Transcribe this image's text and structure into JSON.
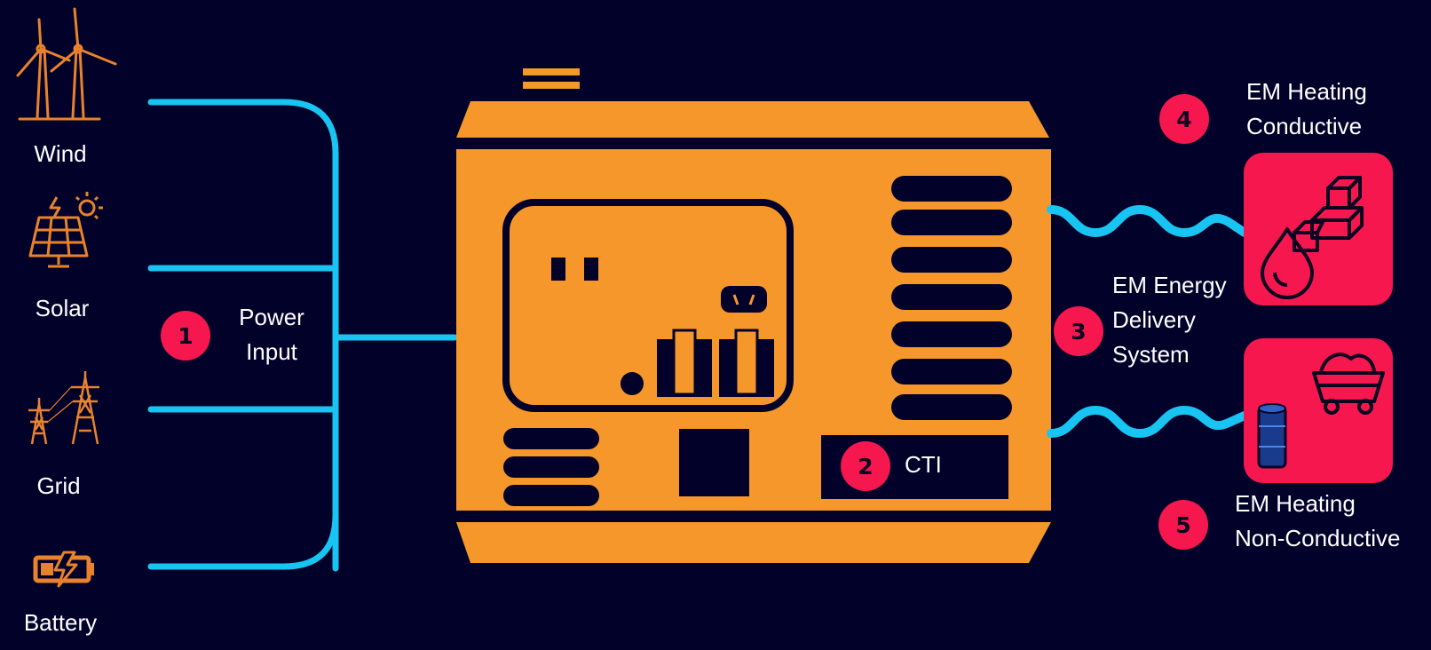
{
  "sources": [
    {
      "label": "Wind",
      "icon": "wind-turbine-icon"
    },
    {
      "label": "Solar",
      "icon": "solar-panel-icon"
    },
    {
      "label": "Grid",
      "icon": "power-tower-icon"
    },
    {
      "label": "Battery",
      "icon": "battery-charging-icon"
    }
  ],
  "steps": {
    "s1": {
      "number": "1",
      "label_line1": "Power",
      "label_line2": "Input"
    },
    "s2": {
      "number": "2",
      "label": "CTI"
    },
    "s3": {
      "number": "3",
      "label_line1": "EM Energy",
      "label_line2": "Delivery",
      "label_line3": "System"
    },
    "s4": {
      "number": "4",
      "label_line1": "EM Heating",
      "label_line2": "Conductive"
    },
    "s5": {
      "number": "5",
      "label_line1": "EM Heating",
      "label_line2": "Non-Conductive"
    }
  },
  "outputs": [
    {
      "icon_primary": "oil-drop-icon",
      "icon_secondary": "metal-bars-icon"
    },
    {
      "icon_primary": "ore-cart-icon",
      "icon_secondary": "barrel-icon"
    }
  ],
  "colors": {
    "background": "#02012a",
    "wire": "#17c4f2",
    "device": "#f5972b",
    "badge": "#f7174f",
    "output_box": "#f7174f",
    "icon_outline": "#e8822c"
  }
}
